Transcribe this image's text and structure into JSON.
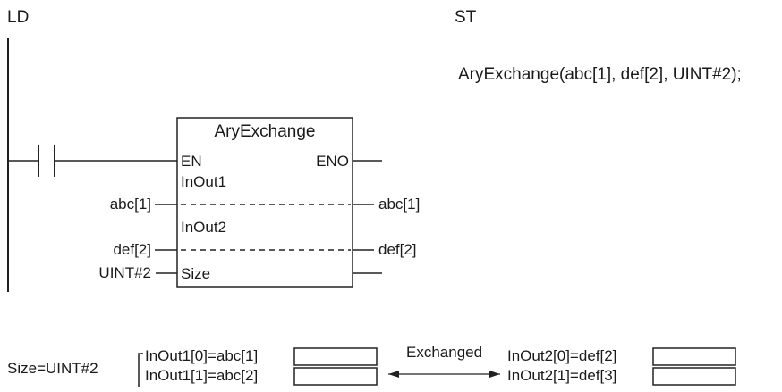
{
  "headers": {
    "ld": "LD",
    "st": "ST"
  },
  "st_code": "AryExchange(abc[1], def[2], UINT#2);",
  "block": {
    "name": "AryExchange",
    "pins": {
      "en": "EN",
      "eno": "ENO",
      "inout1": "InOut1",
      "inout2": "InOut2",
      "size": "Size"
    }
  },
  "connections": {
    "abc_left": "abc[1]",
    "abc_right": "abc[1]",
    "def_left": "def[2]",
    "def_right": "def[2]",
    "size_arg": "UINT#2"
  },
  "explanation": {
    "size_label": "Size=UINT#2",
    "left_rows": [
      "InOut1[0]=abc[1]",
      "InOut1[1]=abc[2]"
    ],
    "arrow_label": "Exchanged",
    "right_rows": [
      "InOut2[0]=def[2]",
      "InOut2[1]=def[3]"
    ]
  }
}
